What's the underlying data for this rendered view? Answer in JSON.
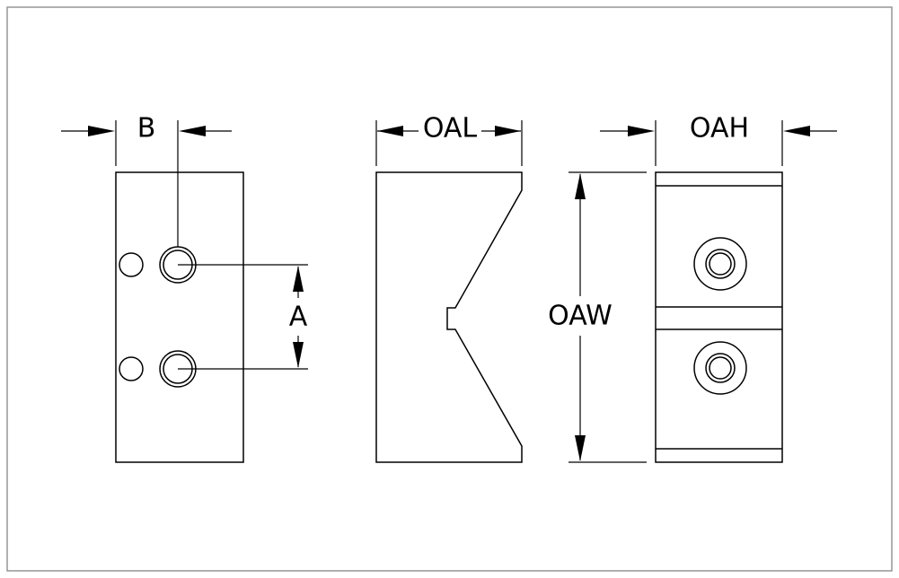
{
  "drawing": {
    "dimensions": {
      "b": "B",
      "a": "A",
      "oal": "OAL",
      "oah": "OAH",
      "oaw": "OAW"
    },
    "line_color": "#000000",
    "frame_color": "#8f8f8f",
    "background_color": "#ffffff"
  }
}
